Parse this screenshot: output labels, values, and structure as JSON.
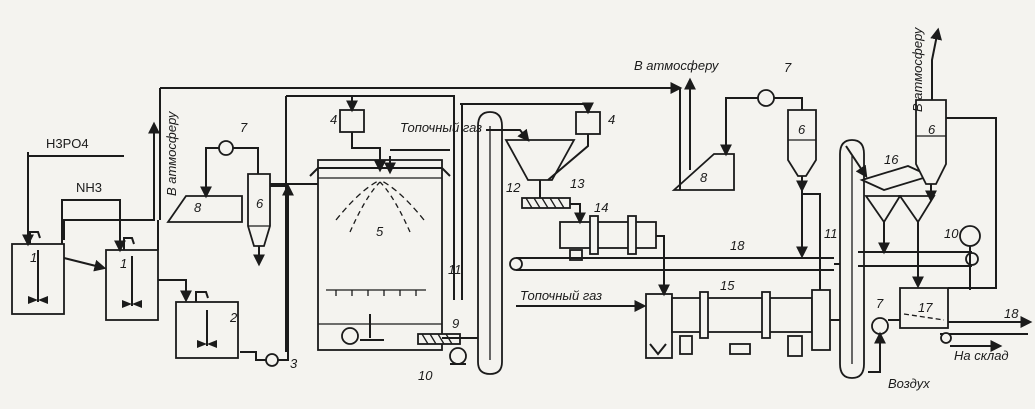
{
  "labels": {
    "h3po4": "H3PO4",
    "nh3": "NH3",
    "atm1": "В атмосферу",
    "atm2": "В атмосферу",
    "atm3": "В атмосферу",
    "fuel_gas_1": "Топочный газ",
    "fuel_gas_2": "Топочный газ",
    "air": "Воздух",
    "to_storage": "На склад"
  },
  "numbers": {
    "n1a": "1",
    "n1b": "1",
    "n2": "2",
    "n3": "3",
    "n4a": "4",
    "n4b": "4",
    "n5": "5",
    "n6a": "6",
    "n6b": "6",
    "n6c": "6",
    "n7a": "7",
    "n7b": "7",
    "n7c": "7",
    "n8a": "8",
    "n8b": "8",
    "n9": "9",
    "n10a": "10",
    "n10b": "10",
    "n11a": "11",
    "n11b": "11",
    "n12": "12",
    "n13": "13",
    "n14": "14",
    "n15": "15",
    "n16": "16",
    "n17": "17",
    "n18a": "18",
    "n18b": "18"
  }
}
